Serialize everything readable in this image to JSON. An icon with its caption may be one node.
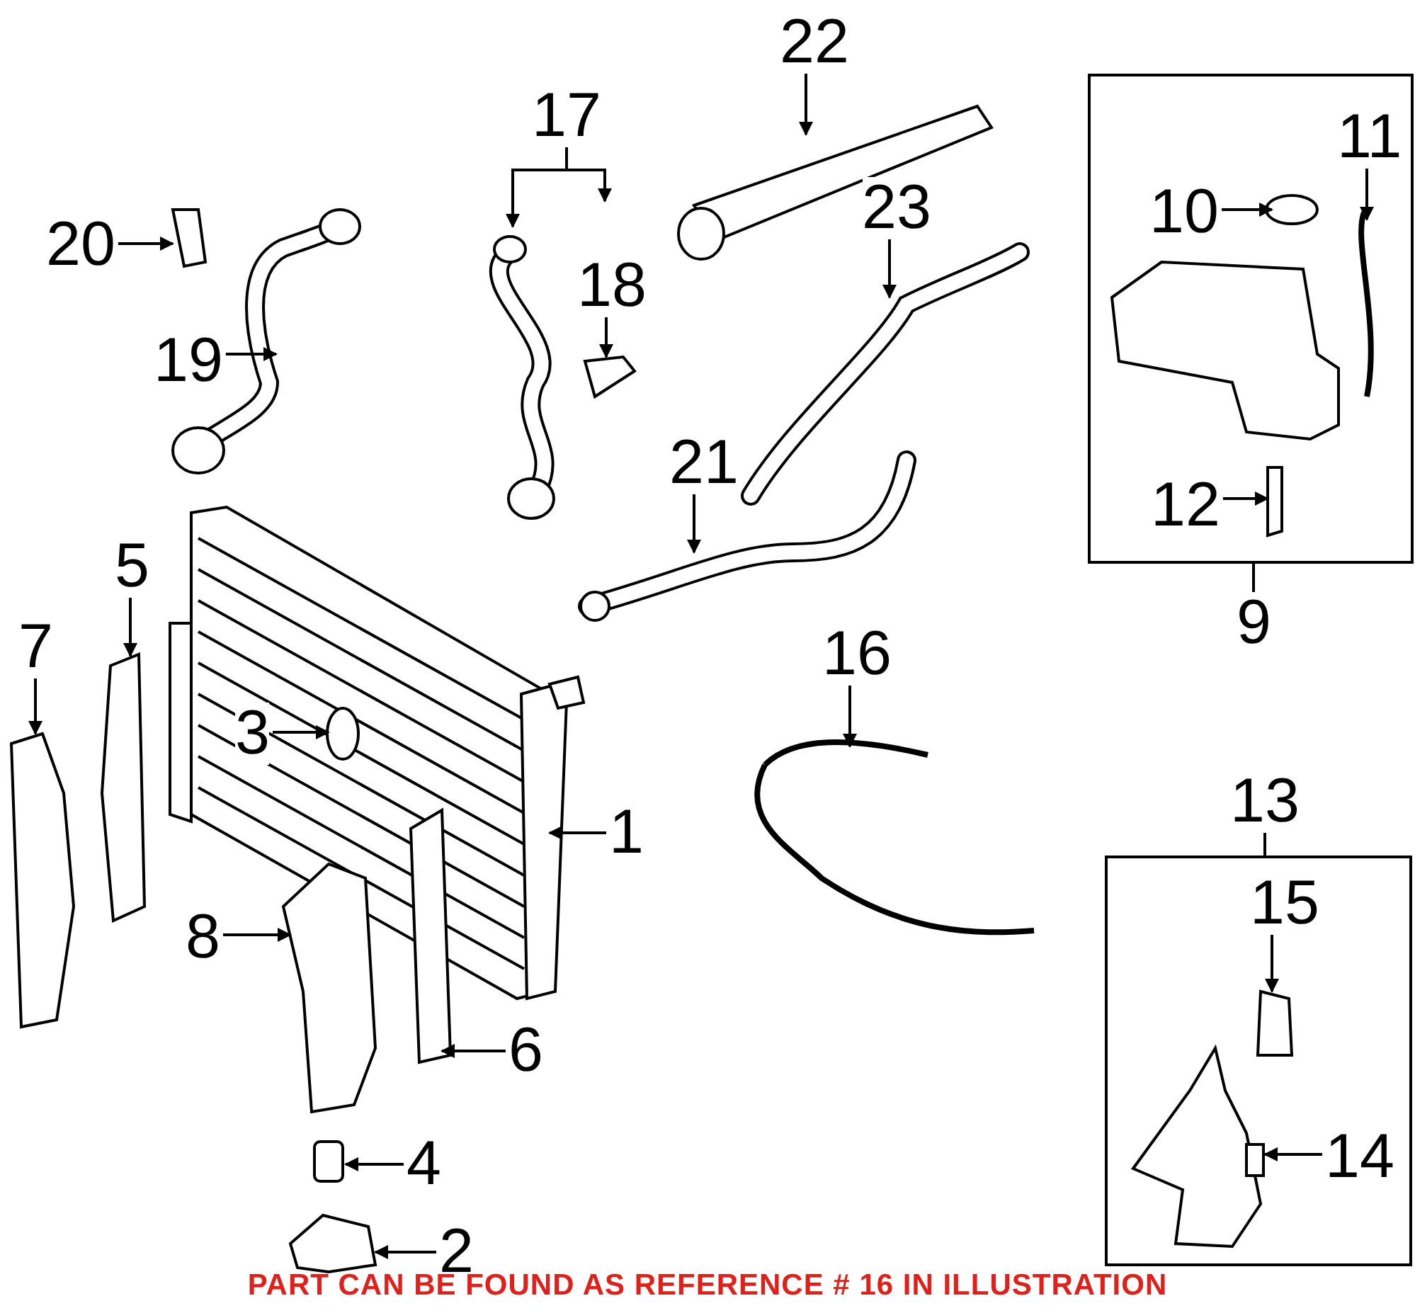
{
  "diagram": {
    "caption": "PART CAN BE FOUND AS REFERENCE # 16 IN ILLUSTRATION",
    "nodes": [
      {
        "text": [
          "22"
        ]
      },
      {
        "text": [
          "17"
        ]
      },
      {
        "text": [],
        "shape": "box"
      },
      {
        "text": [
          "11"
        ],
        "in": 2
      },
      {
        "text": [
          "10"
        ],
        "in": 2
      },
      {
        "text": [
          "12"
        ],
        "in": 2
      },
      {
        "text": [
          "20"
        ]
      },
      {
        "text": [
          "18"
        ]
      },
      {
        "text": [
          "23"
        ]
      },
      {
        "text": [
          "19"
        ]
      },
      {
        "text": [
          "21"
        ]
      },
      {
        "text": [
          "5"
        ]
      },
      {
        "text": [
          "7"
        ]
      },
      {
        "text": [
          "16"
        ]
      },
      {
        "text": [
          "3"
        ]
      },
      {
        "text": [],
        "shape": "box"
      },
      {
        "text": [
          "15"
        ],
        "in": 15
      },
      {
        "text": [
          "1"
        ]
      },
      {
        "text": [
          "8"
        ]
      },
      {
        "text": [
          "14"
        ],
        "in": 15
      },
      {
        "text": [
          "6"
        ]
      },
      {
        "text": [
          "4"
        ]
      },
      {
        "text": [
          "2"
        ]
      },
      {
        "text": [
          "9"
        ]
      },
      {
        "text": [
          "13"
        ]
      }
    ],
    "edges": [
      {
        "from": 0,
        "to": null,
        "arrow": "to"
      },
      {
        "from": 1,
        "to": null,
        "arrow": "to"
      },
      {
        "from": 1,
        "to": null,
        "arrow": "to"
      },
      {
        "from": 3,
        "to": null,
        "arrow": "to"
      },
      {
        "from": 4,
        "to": null,
        "arrow": "to"
      },
      {
        "from": 5,
        "to": null,
        "arrow": "to"
      },
      {
        "from": 6,
        "to": null,
        "arrow": "to"
      },
      {
        "from": 7,
        "to": null,
        "arrow": "to"
      },
      {
        "from": 8,
        "to": null,
        "arrow": "to"
      },
      {
        "from": 9,
        "to": null,
        "arrow": "to"
      },
      {
        "from": 10,
        "to": null,
        "arrow": "to"
      },
      {
        "from": 11,
        "to": null,
        "arrow": "to"
      },
      {
        "from": 12,
        "to": null,
        "arrow": "to"
      },
      {
        "from": 13,
        "to": null,
        "arrow": "to"
      },
      {
        "from": 14,
        "to": null,
        "arrow": "to"
      },
      {
        "from": 16,
        "to": null,
        "arrow": "to"
      },
      {
        "from": 17,
        "to": null,
        "arrow": "to"
      },
      {
        "from": 18,
        "to": null,
        "arrow": "to"
      },
      {
        "from": 19,
        "to": null,
        "arrow": "to"
      },
      {
        "from": 20,
        "to": null,
        "arrow": "to"
      },
      {
        "from": 21,
        "to": null,
        "arrow": "to"
      },
      {
        "from": 22,
        "to": null,
        "arrow": "to"
      },
      {
        "from": 23,
        "to": 2,
        "arrow": "none"
      },
      {
        "from": 24,
        "to": 15,
        "arrow": "none"
      }
    ]
  }
}
